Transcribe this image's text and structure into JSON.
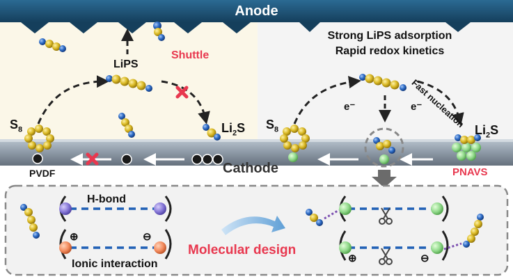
{
  "header": {
    "title": "Anode"
  },
  "left_panel": {
    "shuttle_label": "Shuttle",
    "lips_label": "LiPS",
    "s8_label": "S",
    "s8_sub": "8",
    "li2s_label_a": "Li",
    "li2s_sub": "2",
    "li2s_label_b": "S",
    "binder_label": "PVDF"
  },
  "right_panel": {
    "title_line1": "Strong LiPS adsorption",
    "title_line2": "Rapid redox kinetics",
    "fast_nucleation": "Fast nucleation",
    "electron_left": "e⁻",
    "electron_right": "e⁻",
    "s8_label": "S",
    "s8_sub": "8",
    "li2s_label_a": "Li",
    "li2s_sub": "2",
    "li2s_label_b": "S",
    "binder_label": "PNAVS"
  },
  "cathode": {
    "label": "Cathode"
  },
  "bottom": {
    "hbond_label": "H-bond",
    "ionic_label": "Ionic interaction",
    "design_label": "Molecular design",
    "plus_sign": "⊕",
    "minus_sign": "⊖"
  },
  "colors": {
    "header": "#1b4f72",
    "left_bg": "#fbf7e8",
    "right_bg": "#f3f3f3",
    "accent_red": "#e8384f",
    "sulfur": "#d4b21f",
    "lithium": "#1f5fb5",
    "binder_green": "#8fd889",
    "hbond_purple": "#8b7bd6",
    "ionic_orange": "#f08a5d",
    "arrow_blue": "#6aa6d6"
  }
}
